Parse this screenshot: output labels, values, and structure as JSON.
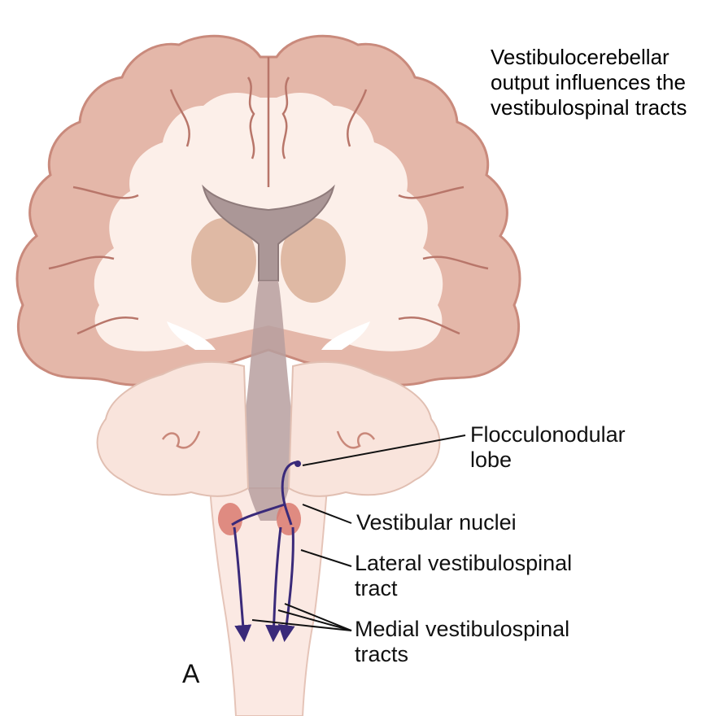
{
  "caption": {
    "line1": "Vestibulocerebellar",
    "line2": "output influences the",
    "line3": "vestibulospinal tracts"
  },
  "labels": {
    "flocculonodular_1": "Flocculonodular",
    "flocculonodular_2": "lobe",
    "vestibular_nuclei": "Vestibular nuclei",
    "lateral_vs_1": "Lateral vestibulospinal",
    "lateral_vs_2": "tract",
    "medial_vs_1": "Medial vestibulospinal",
    "medial_vs_2": "tracts"
  },
  "panel_letter": "A",
  "colors": {
    "cortex": "#e2b4a6",
    "cortex_edge": "#c98a7c",
    "white_matter": "#fbece5",
    "ventricle": "#ab9797",
    "basal_ganglia": "#d8b09a",
    "cerebellum": "#f9e6df",
    "nucleus": "#d97a70",
    "pathway": "#3a2a7a",
    "leader": "#111111"
  }
}
